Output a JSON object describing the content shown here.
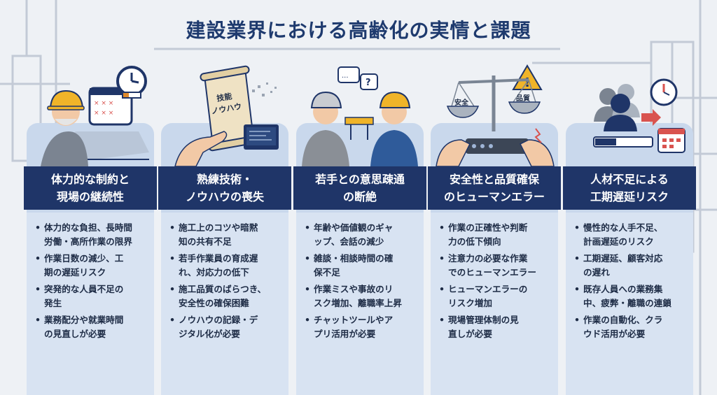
{
  "title": "建設業界における高齢化の実情と課題",
  "colors": {
    "navy": "#1f3568",
    "card": "#c9d8ec",
    "background": "#eef1f5"
  },
  "cards": [
    {
      "icon": "elderly-worker-calendar-clock-icon",
      "heading": [
        "体力的な制約と",
        "現場の継続性"
      ],
      "bullets": [
        [
          "体力的な負担、長時間",
          "労働・高所作業の限界"
        ],
        [
          "作業日数の減少、工",
          "期の遅延リスク"
        ],
        [
          "突発的な人員不足の",
          "発生"
        ],
        [
          "業務配分や就業時間",
          "の見直しが必要"
        ]
      ]
    },
    {
      "icon": "scroll-knowledge-icon",
      "scroll_text": [
        "技能",
        "ノウハウ"
      ],
      "heading": [
        "熟練技術・",
        "ノウハウの喪失"
      ],
      "bullets": [
        [
          "施工上のコツや暗黙",
          "知の共有不足"
        ],
        [
          "若手作業員の育成遅",
          "れ、対応力の低下"
        ],
        [
          "施工品質のばらつき、",
          "安全性の確保困難"
        ],
        [
          "ノウハウの記録・デ",
          "ジタル化が必要"
        ]
      ]
    },
    {
      "icon": "two-workers-speech-icon",
      "heading": [
        "若手との意思疎通",
        "の断絶"
      ],
      "bullets": [
        [
          "年齢や価値観のギャ",
          "ップ、会話の減少"
        ],
        [
          "雑談・相談時間の確",
          "保不足"
        ],
        [
          "作業ミスや事故のリ",
          "スク増加、離職率上昇"
        ],
        [
          "チャットツールやア",
          "プリ活用が必要"
        ]
      ]
    },
    {
      "icon": "balance-scale-warning-icon",
      "scale_left": "安全",
      "scale_right": "品質",
      "heading": [
        "安全性と品質確保",
        "のヒューマンエラー"
      ],
      "bullets": [
        [
          "作業の正確性や判断",
          "力の低下傾向"
        ],
        [
          "注意力の必要な作業",
          "でのヒューマンエラー"
        ],
        [
          "ヒューマンエラーの",
          "リスク増加"
        ],
        [
          "現場管理体制の見",
          "直しが必要"
        ]
      ]
    },
    {
      "icon": "people-clock-calendar-icon",
      "heading": [
        "人材不足による",
        "工期遅延リスク"
      ],
      "bullets": [
        [
          "慢性的な人手不足、",
          "計画遅延のリスク"
        ],
        [
          "工期遅延、顧客対応",
          "の遅れ"
        ],
        [
          "既存人員への業務集",
          "中、疲弊・離職の連鎖"
        ],
        [
          "作業の自動化、クラ",
          "ウド活用が必要"
        ]
      ]
    }
  ]
}
